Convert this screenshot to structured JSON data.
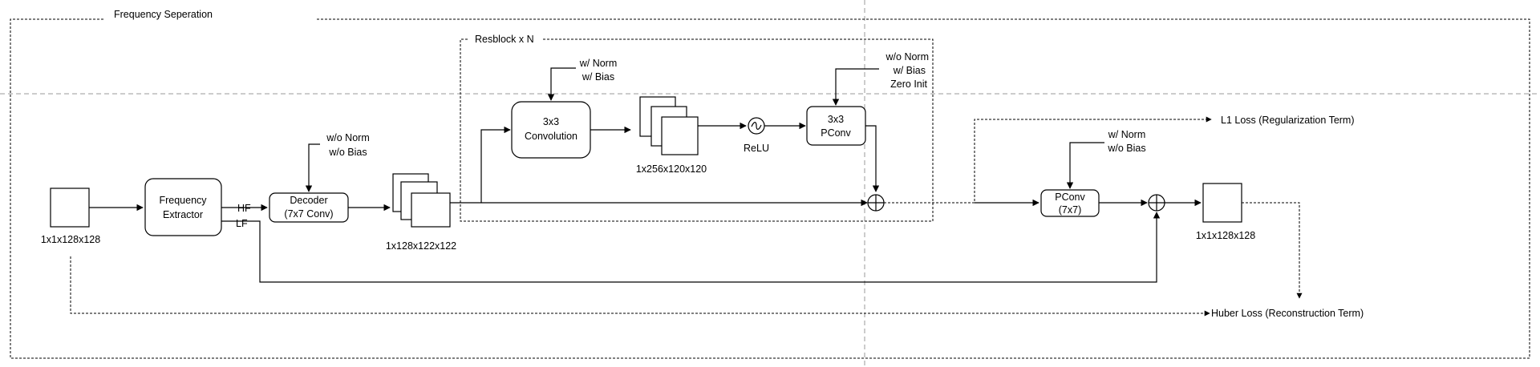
{
  "diagram": {
    "regions": {
      "frequency_separation": "Frequency Seperation",
      "resblock": "Resblock x N"
    },
    "blocks": {
      "frequency_extractor": [
        "Frequency",
        "Extractor"
      ],
      "decoder": [
        "Decoder",
        "(7x7 Conv)"
      ],
      "conv3x3": [
        "3x3",
        "Convolution"
      ],
      "pconv3x3": [
        "3x3",
        "PConv"
      ],
      "pconv7x7": [
        "PConv",
        "(7x7)"
      ]
    },
    "ports": {
      "hf": "HF",
      "lf": "LF"
    },
    "activation": "ReLU",
    "annotations": {
      "decoder": [
        "w/o Norm",
        "w/o Bias"
      ],
      "conv3x3": [
        "w/ Norm",
        "w/ Bias"
      ],
      "pconv3x3": [
        "w/o Norm",
        "w/ Bias",
        "Zero Init"
      ],
      "pconv7x7": [
        "w/ Norm",
        "w/o Bias"
      ]
    },
    "tensor_shapes": {
      "input": "1x1x128x128",
      "decoder_out": "1x128x122x122",
      "conv_out": "1x256x120x120",
      "output": "1x1x128x128"
    },
    "losses": {
      "l1": "L1 Loss (Regularization Term)",
      "huber": "Huber Loss (Reconstruction Term)"
    }
  }
}
